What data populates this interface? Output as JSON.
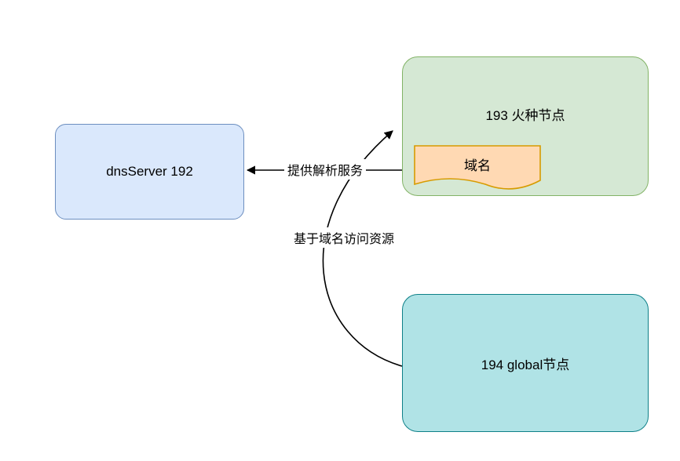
{
  "diagram": {
    "background": "#ffffff",
    "stroke_color": "#000000",
    "nodes": {
      "dns_server": {
        "label": "dnsServer 192",
        "fill": "#dae8fc",
        "stroke": "#6c8ebf"
      },
      "seed_node": {
        "label": "193 火种节点",
        "fill": "#d5e8d4",
        "stroke": "#82b366"
      },
      "domain_doc": {
        "label": "域名",
        "fill": "#ffd9b3",
        "stroke": "#d79b00"
      },
      "global_node": {
        "label": "194 global节点",
        "fill": "#b0e3e6",
        "stroke": "#0e8088"
      }
    },
    "edges": {
      "resolve": {
        "label": "提供解析服务",
        "color": "#000000"
      },
      "access": {
        "label": "基于域名访问资源",
        "color": "#000000"
      }
    }
  }
}
